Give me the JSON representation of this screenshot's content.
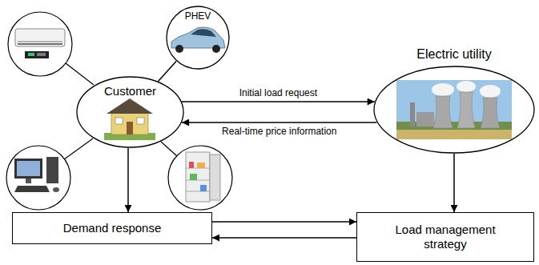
{
  "diagram": {
    "nodes": [
      {
        "text": [
          "Customer"
        ]
      },
      {
        "text": [
          "PHEV"
        ]
      },
      {
        "text": [
          "Electric utility"
        ]
      },
      {
        "text": [
          "Demand response"
        ]
      },
      {
        "text": [
          "Load management strategy"
        ]
      }
    ],
    "edges": [
      {
        "from": 0,
        "to": 1,
        "arrow": "none"
      },
      {
        "from": 0,
        "to": 2,
        "arrow": "to",
        "label": "Initial load request"
      },
      {
        "from": 2,
        "to": 0,
        "arrow": "to",
        "label": "Real-time price information"
      },
      {
        "from": 0,
        "to": 3,
        "arrow": "to"
      },
      {
        "from": 2,
        "to": 4,
        "arrow": "to"
      },
      {
        "from": 3,
        "to": 4,
        "arrow": "to"
      },
      {
        "from": 4,
        "to": 3,
        "arrow": "to"
      }
    ]
  }
}
